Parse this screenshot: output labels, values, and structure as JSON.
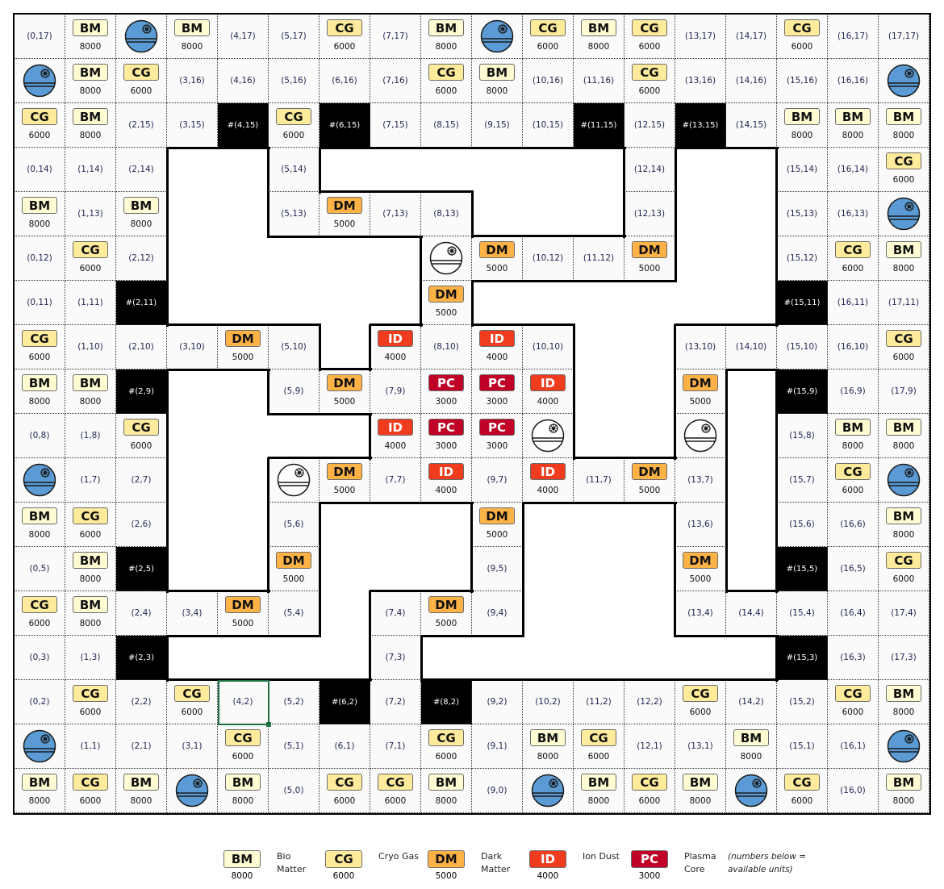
{
  "resources": {
    "BM": {
      "label": "BM",
      "units": "8000",
      "name": "Bio Matter",
      "bg": "#fffbd2",
      "fg": "#111111"
    },
    "CG": {
      "label": "CG",
      "units": "6000",
      "name": "Cryo Gas",
      "bg": "#ffeb9c",
      "fg": "#111111"
    },
    "DM": {
      "label": "DM",
      "units": "5000",
      "name": "Dark Matter",
      "bg": "#ffb347",
      "fg": "#111111"
    },
    "ID": {
      "label": "ID",
      "units": "4000",
      "name": "Ion Dust",
      "bg": "#f03c1e",
      "fg": "#ffffff"
    },
    "PC": {
      "label": "PC",
      "units": "3000",
      "name": "Plasma Core",
      "bg": "#c00026",
      "fg": "#ffffff"
    }
  },
  "icons": {
    "P": "blue-planet-station-icon",
    "W": "white-planet-station-icon"
  },
  "colors": {
    "planet_blue": "#5b9bd5",
    "planet_white": "#ffffff",
    "selection": "#1e7145"
  },
  "selected_cell": "(4,2)",
  "legend_order": [
    "BM",
    "CG",
    "DM",
    "ID",
    "PC"
  ],
  "legend_note": "(numbers below = available units)",
  "grid": [
    [
      "(0,17)",
      "BM",
      "P",
      "BM",
      "(4,17)",
      "(5,17)",
      "CG",
      "(7,17)",
      "BM",
      "P",
      "CG",
      "BM",
      "CG",
      "(13,17)",
      "(14,17)",
      "CG",
      "(16,17)",
      "(17,17)"
    ],
    [
      "P",
      "BM",
      "CG",
      "(3,16)",
      "(4,16)",
      "(5,16)",
      "(6,16)",
      "(7,16)",
      "CG",
      "BM",
      "(10,16)",
      "(11,16)",
      "CG",
      "(13,16)",
      "(14,16)",
      "(15,16)",
      "(16,16)",
      "P"
    ],
    [
      "CG",
      "BM",
      "(2,15)",
      "(3,15)",
      "#(4,15)",
      "CG",
      "#(6,15)",
      "(7,15)",
      "(8,15)",
      "(9,15)",
      "(10,15)",
      "#(11,15)",
      "(12,15)",
      "#(13,15)",
      "(14,15)",
      "BM",
      "BM",
      "BM"
    ],
    [
      "(0,14)",
      "(1,14)",
      "(2,14)",
      "",
      "",
      "(5,14)",
      "",
      "",
      "",
      "",
      "",
      "",
      "(12,14)",
      "",
      "",
      "(15,14)",
      "(16,14)",
      "CG"
    ],
    [
      "BM",
      "(1,13)",
      "BM",
      "",
      "",
      "(5,13)",
      "DM",
      "(7,13)",
      "(8,13)",
      "",
      "",
      "",
      "(12,13)",
      "",
      "",
      "(15,13)",
      "(16,13)",
      "P"
    ],
    [
      "(0,12)",
      "CG",
      "(2,12)",
      "",
      "",
      "",
      "",
      "",
      "W",
      "DM",
      "(10,12)",
      "(11,12)",
      "DM",
      "",
      "",
      "(15,12)",
      "CG",
      "BM"
    ],
    [
      "(0,11)",
      "(1,11)",
      "#(2,11)",
      "",
      "",
      "",
      "",
      "",
      "DM",
      "",
      "",
      "",
      "",
      "",
      "",
      "#(15,11)",
      "(16,11)",
      "(17,11)"
    ],
    [
      "CG",
      "(1,10)",
      "(2,10)",
      "(3,10)",
      "DM",
      "(5,10)",
      "",
      "ID",
      "(8,10)",
      "ID",
      "(10,10)",
      "",
      "",
      "(13,10)",
      "(14,10)",
      "(15,10)",
      "(16,10)",
      "CG"
    ],
    [
      "BM",
      "BM",
      "#(2,9)",
      "",
      "",
      "(5,9)",
      "DM",
      "(7,9)",
      "PC",
      "PC",
      "ID",
      "",
      "",
      "DM",
      "",
      "#(15,9)",
      "(16,9)",
      "(17,9)"
    ],
    [
      "(0,8)",
      "(1,8)",
      "CG",
      "",
      "",
      "",
      "",
      "ID",
      "PC",
      "PC",
      "W",
      "",
      "",
      "W",
      "",
      "(15,8)",
      "BM",
      "BM"
    ],
    [
      "P",
      "(1,7)",
      "(2,7)",
      "",
      "",
      "W",
      "DM",
      "(7,7)",
      "ID",
      "(9,7)",
      "ID",
      "(11,7)",
      "DM",
      "(13,7)",
      "",
      "(15,7)",
      "CG",
      "P"
    ],
    [
      "BM",
      "CG",
      "(2,6)",
      "",
      "",
      "(5,6)",
      "",
      "",
      "",
      "DM",
      "",
      "",
      "",
      "(13,6)",
      "",
      "(15,6)",
      "(16,6)",
      "BM"
    ],
    [
      "(0,5)",
      "BM",
      "#(2,5)",
      "",
      "",
      "DM",
      "",
      "",
      "",
      "(9,5)",
      "",
      "",
      "",
      "DM",
      "",
      "#(15,5)",
      "(16,5)",
      "CG"
    ],
    [
      "CG",
      "BM",
      "(2,4)",
      "(3,4)",
      "DM",
      "(5,4)",
      "",
      "(7,4)",
      "DM",
      "(9,4)",
      "",
      "",
      "",
      "(13,4)",
      "(14,4)",
      "(15,4)",
      "(16,4)",
      "(17,4)"
    ],
    [
      "(0,3)",
      "(1,3)",
      "#(2,3)",
      "",
      "",
      "",
      "",
      "(7,3)",
      "",
      "",
      "",
      "",
      "",
      "",
      "",
      "#(15,3)",
      "(16,3)",
      "(17,3)"
    ],
    [
      "(0,2)",
      "CG",
      "(2,2)",
      "CG",
      "(4,2)",
      "(5,2)",
      "#(6,2)",
      "(7,2)",
      "#(8,2)",
      "(9,2)",
      "(10,2)",
      "(11,2)",
      "(12,2)",
      "CG",
      "(14,2)",
      "(15,2)",
      "CG",
      "BM"
    ],
    [
      "P",
      "(1,1)",
      "(2,1)",
      "(3,1)",
      "CG",
      "(5,1)",
      "(6,1)",
      "(7,1)",
      "CG",
      "(9,1)",
      "BM",
      "CG",
      "(12,1)",
      "(13,1)",
      "BM",
      "(15,1)",
      "(16,1)",
      "P"
    ],
    [
      "BM",
      "CG",
      "BM",
      "P",
      "BM",
      "(5,0)",
      "CG",
      "CG",
      "BM",
      "(9,0)",
      "P",
      "BM",
      "CG",
      "BM",
      "P",
      "CG",
      "(16,0)",
      "BM"
    ]
  ]
}
